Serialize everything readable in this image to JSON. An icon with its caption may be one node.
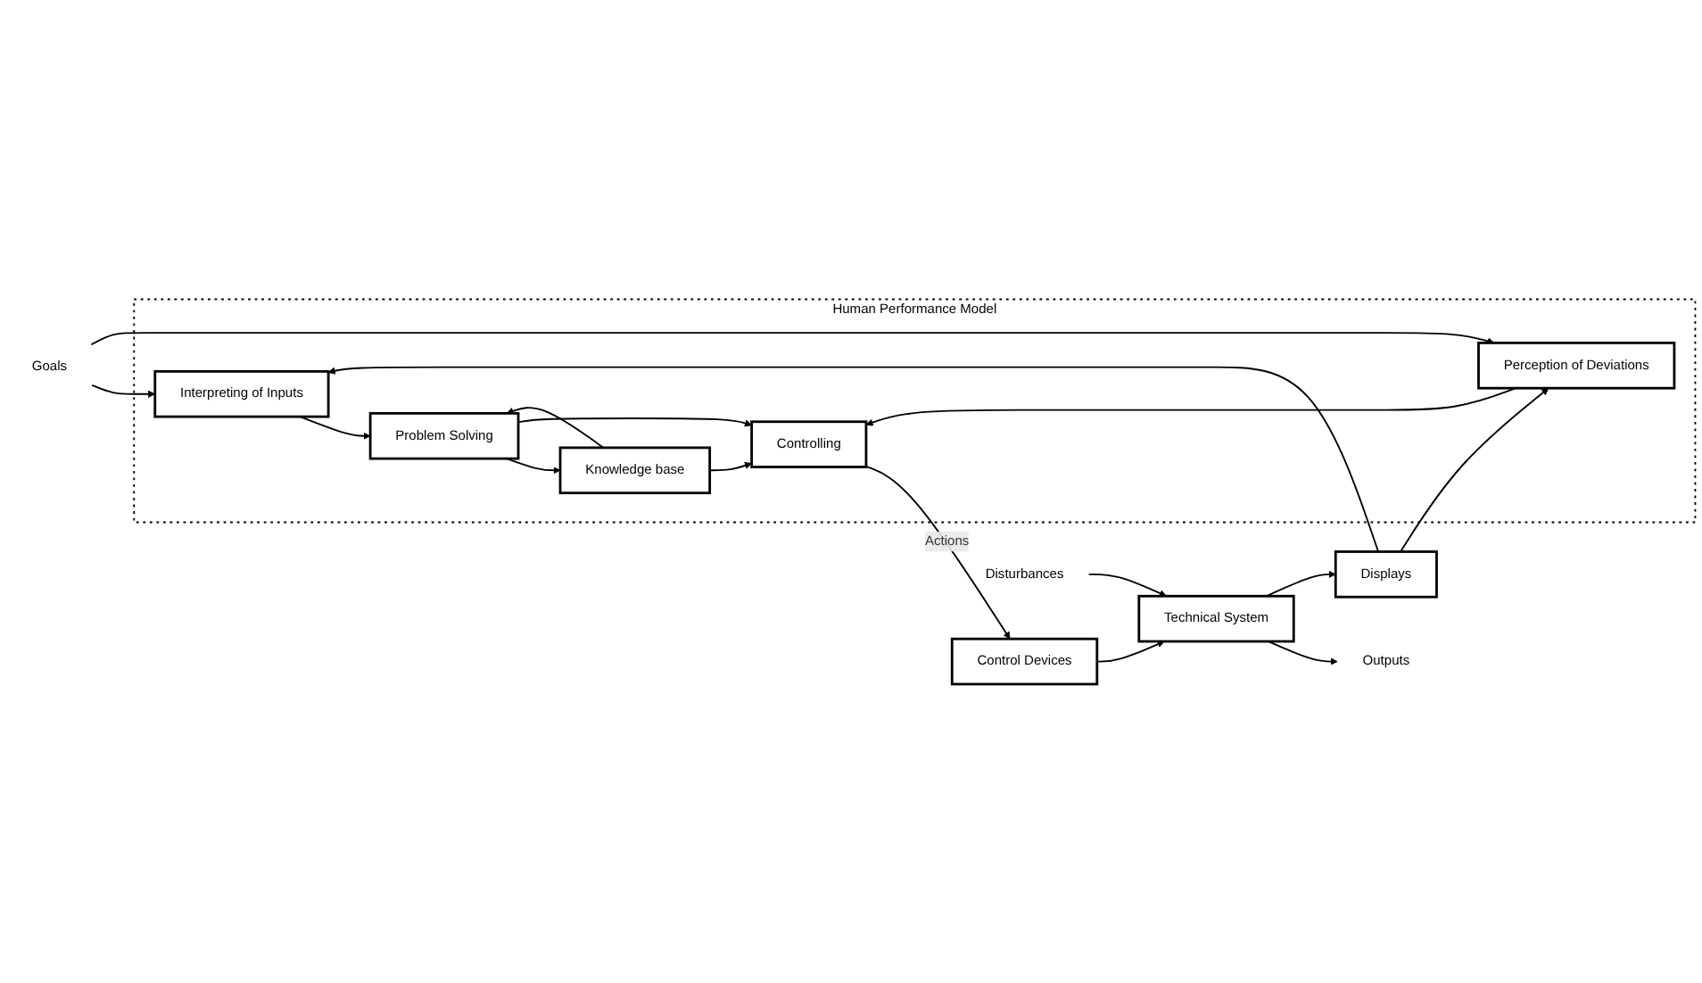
{
  "diagram": {
    "nodes": [
      {
        "text": [
          "Human Performance Model"
        ]
      },
      {
        "text": [
          "Interpreting of Inputs"
        ],
        "in": 0
      },
      {
        "text": [
          "Problem Solving"
        ],
        "in": 0
      },
      {
        "text": [
          "Knowledge base"
        ],
        "in": 0
      },
      {
        "text": [
          "Perception of Deviations"
        ],
        "in": 0
      },
      {
        "text": [
          "Controlling"
        ],
        "in": 0
      },
      {
        "text": [
          "Control Devices"
        ]
      },
      {
        "text": [
          "Technical System"
        ]
      },
      {
        "text": [
          "Displays"
        ]
      },
      {
        "text": [
          "Goals"
        ]
      },
      {
        "text": [
          "Disturbances"
        ]
      },
      {
        "text": [
          "Outputs"
        ]
      }
    ],
    "edges": [
      {
        "from": 9,
        "to": 1,
        "arrow": "to"
      },
      {
        "from": 9,
        "to": 4,
        "arrow": "to"
      },
      {
        "from": 1,
        "to": 2,
        "arrow": "to"
      },
      {
        "from": 2,
        "to": 3,
        "arrow": "to"
      },
      {
        "from": 3,
        "to": 2,
        "arrow": "to"
      },
      {
        "from": 2,
        "to": 5,
        "arrow": "to"
      },
      {
        "from": 3,
        "to": 5,
        "arrow": "to"
      },
      {
        "from": 4,
        "to": 5,
        "arrow": "to"
      },
      {
        "from": 5,
        "to": 6,
        "arrow": "to",
        "label": "Actions"
      },
      {
        "from": 6,
        "to": 7,
        "arrow": "to"
      },
      {
        "from": 10,
        "to": 7,
        "arrow": "to"
      },
      {
        "from": 7,
        "to": 11,
        "arrow": "to"
      },
      {
        "from": 7,
        "to": 8,
        "arrow": "to"
      },
      {
        "from": 8,
        "to": 1,
        "arrow": "to"
      },
      {
        "from": 8,
        "to": 4,
        "arrow": "to"
      }
    ]
  }
}
